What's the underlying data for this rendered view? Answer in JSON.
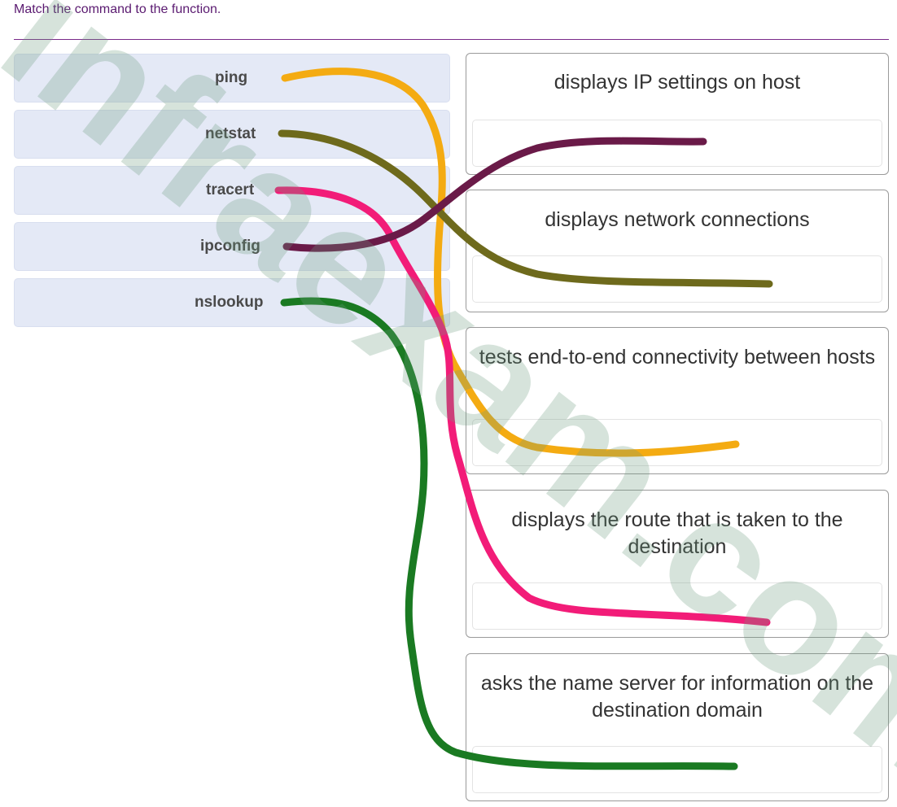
{
  "instruction": "Match the command to the function.",
  "commands": [
    "ping",
    "netstat",
    "tracert",
    "ipconfig",
    "nslookup"
  ],
  "functions": [
    "displays IP settings on host",
    "displays network connections",
    "tests end-to-end connectivity between hosts",
    "displays the route that is taken to the destination",
    "asks the name server for information on the destination domain"
  ],
  "watermark": "infraexam.com",
  "matches": [
    {
      "command": "ping",
      "function": "tests end-to-end connectivity between hosts",
      "color": "#f4ab12"
    },
    {
      "command": "netstat",
      "function": "displays network connections",
      "color": "#6e6a1c"
    },
    {
      "command": "tracert",
      "function": "displays the route that is taken to the destination",
      "color": "#f21c78"
    },
    {
      "command": "ipconfig",
      "function": "displays IP settings on host",
      "color": "#6a1a48"
    },
    {
      "command": "nslookup",
      "function": "asks the name server for information on the destination domain",
      "color": "#1a7a22"
    }
  ]
}
